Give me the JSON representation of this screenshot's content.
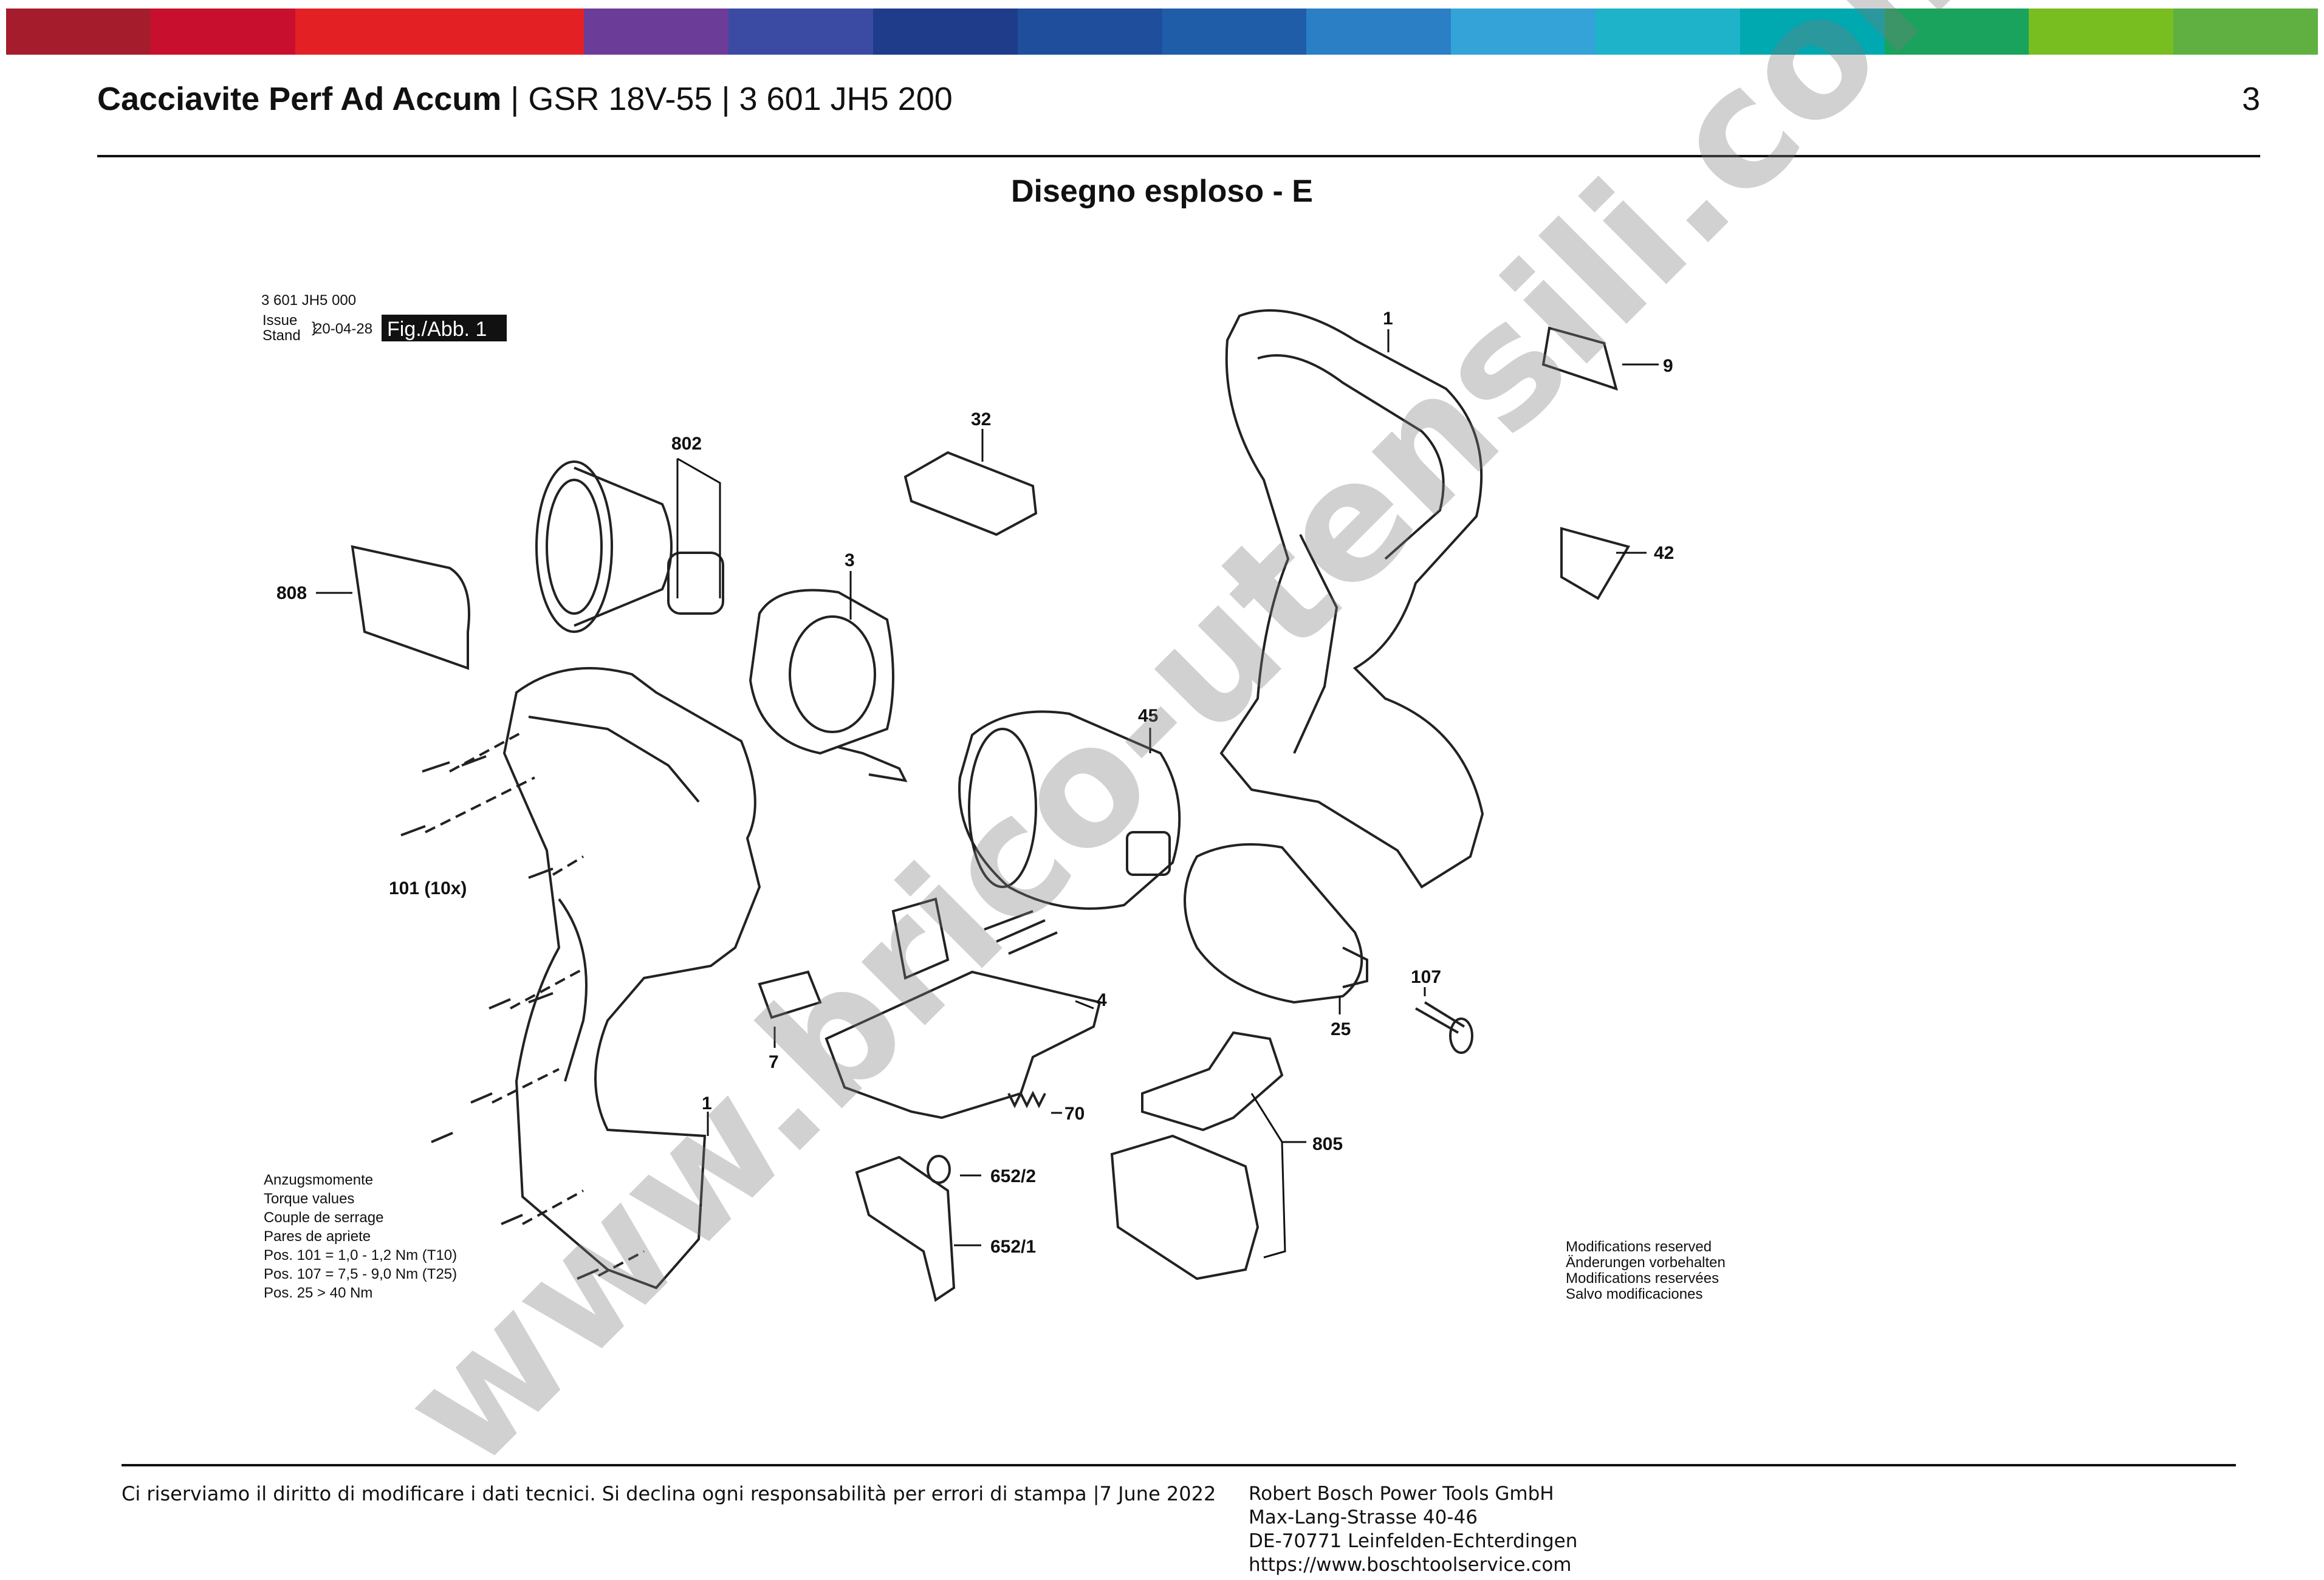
{
  "header": {
    "product_bold": "Cacciavite Perf Ad Accum",
    "product_rest": " | GSR 18V-55 | 3 601 JH5 200",
    "page_number": "3"
  },
  "section_title": "Disegno esploso - E",
  "drawing": {
    "ref_number": "3 601 JH5 000",
    "issue_label": "Issue",
    "stand_label": "Stand",
    "date": "20-04-28",
    "fig_label": "Fig./Abb. 1",
    "parts": {
      "p802": "802",
      "p808": "808",
      "p32": "32",
      "p3": "3",
      "p1_top": "1",
      "p9": "9",
      "p42": "42",
      "p45": "45",
      "p101": "101 (10x)",
      "p4": "4",
      "p7": "7",
      "p107": "107",
      "p25": "25",
      "p70": "70",
      "p1_bottom": "1",
      "p805": "805",
      "p652_2": "652/2",
      "p652_1": "652/1"
    },
    "torque": [
      "Anzugsmomente",
      "Torque values",
      "Couple de serrage",
      "Pares de apriete",
      "Pos. 101  = 1,0 - 1,2 Nm (T10)",
      "Pos. 107  = 7,5 - 9,0 Nm (T25)",
      "Pos. 25    > 40 Nm"
    ],
    "modifications": [
      "Modifications reserved",
      "Änderungen vorbehalten",
      "Modifications reservées",
      "Salvo modificaciones"
    ],
    "watermark": "www.brico-utensili.com"
  },
  "footer": {
    "disclaimer": "Ci riserviamo il diritto di modificare i dati tecnici. Si declina ogni responsabilità per errori di stampa |7 June 2022",
    "address": [
      "Robert Bosch Power Tools GmbH",
      "Max-Lang-Strasse 40-46",
      "DE-70771 Leinfelden-Echterdingen",
      "https://www.boschtoolservice.com"
    ]
  },
  "colors": {
    "rainbow": [
      "#a51d2d",
      "#c8102e",
      "#e32124",
      "#e32124",
      "#6c3c99",
      "#3b4aa3",
      "#1f3c8a",
      "#1f4e9c",
      "#1f5da9",
      "#2a7fc5",
      "#33a3d8",
      "#1fb3c9",
      "#00a8b0",
      "#1aa35c",
      "#78be20",
      "#5fb040"
    ]
  }
}
